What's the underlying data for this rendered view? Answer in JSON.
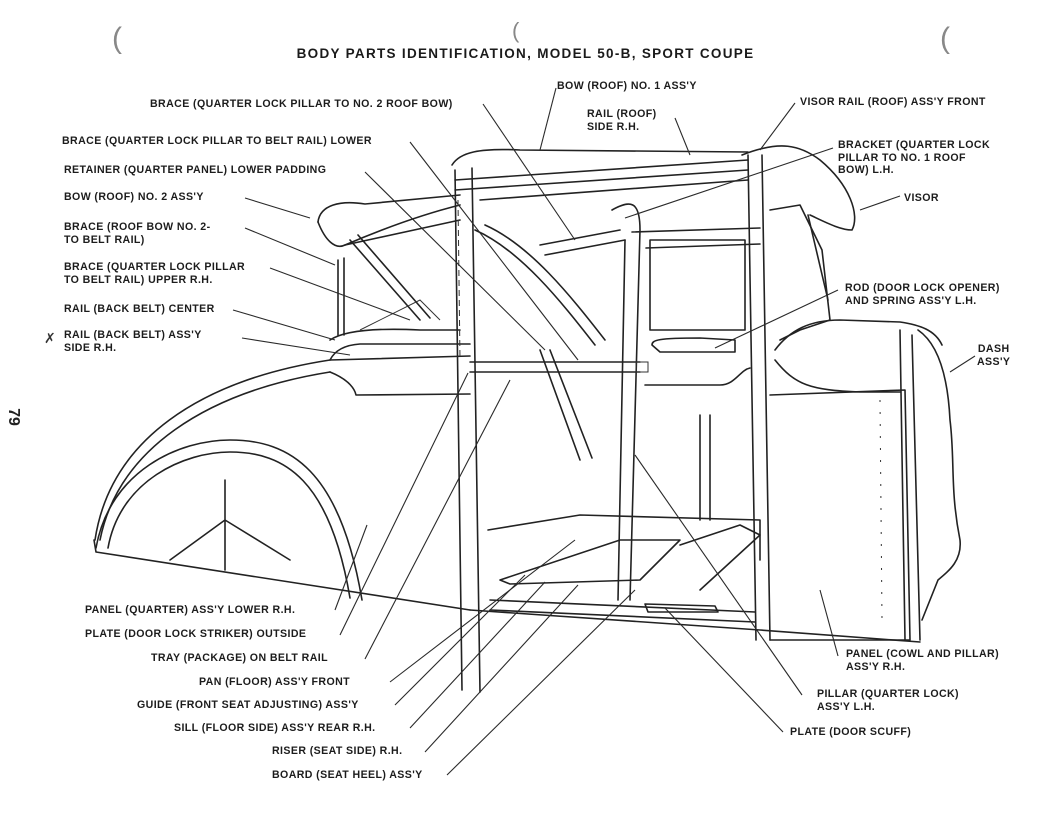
{
  "title": "BODY PARTS IDENTIFICATION, MODEL 50-B, SPORT COUPE",
  "page_number": "79",
  "margin_mark": "✗",
  "labels": {
    "brace_qlp_roof_bow": "BRACE (QUARTER LOCK PILLAR TO NO. 2 ROOF BOW)",
    "bow_roof_no1": "BOW (ROOF) NO. 1 ASS'Y",
    "visor_rail_front": "VISOR RAIL (ROOF) ASS'Y FRONT",
    "rail_roof_side": "RAIL (ROOF)\nSIDE R.H.",
    "brace_qlp_belt_lower": "BRACE (QUARTER LOCK PILLAR TO BELT RAIL) LOWER",
    "bracket_qlp": "BRACKET (QUARTER LOCK\nPILLAR TO NO. 1 ROOF\nBOW) L.H.",
    "retainer_padding": "RETAINER (QUARTER PANEL) LOWER PADDING",
    "bow_roof_no2": "BOW (ROOF) NO. 2 ASS'Y",
    "visor": "VISOR",
    "brace_roof_bow_belt": "BRACE (ROOF BOW NO. 2-\nTO BELT RAIL)",
    "brace_qlp_belt_upper": "BRACE (QUARTER LOCK PILLAR\nTO BELT RAIL) UPPER R.H.",
    "rod_door_lock": "ROD (DOOR LOCK OPENER)\nAND SPRING ASS'Y L.H.",
    "rail_back_belt_center": "RAIL (BACK BELT) CENTER",
    "rail_back_belt_side": "RAIL (BACK BELT) ASS'Y\nSIDE R.H.",
    "dash": "DASH\nASS'Y",
    "panel_quarter_lower": "PANEL (QUARTER) ASS'Y LOWER R.H.",
    "plate_striker": "PLATE (DOOR LOCK STRIKER) OUTSIDE",
    "tray_package": "TRAY (PACKAGE) ON BELT RAIL",
    "pan_floor_front": "PAN (FLOOR) ASS'Y FRONT",
    "guide_seat": "GUIDE (FRONT SEAT ADJUSTING) ASS'Y",
    "sill_floor_side": "SILL (FLOOR SIDE) ASS'Y REAR R.H.",
    "riser_seat_side": "RISER (SEAT SIDE) R.H.",
    "board_seat_heel": "BOARD (SEAT HEEL) ASS'Y",
    "panel_cowl_pillar": "PANEL (COWL AND PILLAR)\nASS'Y R.H.",
    "pillar_quarter_lock": "PILLAR (QUARTER LOCK)\nASS'Y L.H.",
    "plate_door_scuff": "PLATE (DOOR SCUFF)"
  }
}
